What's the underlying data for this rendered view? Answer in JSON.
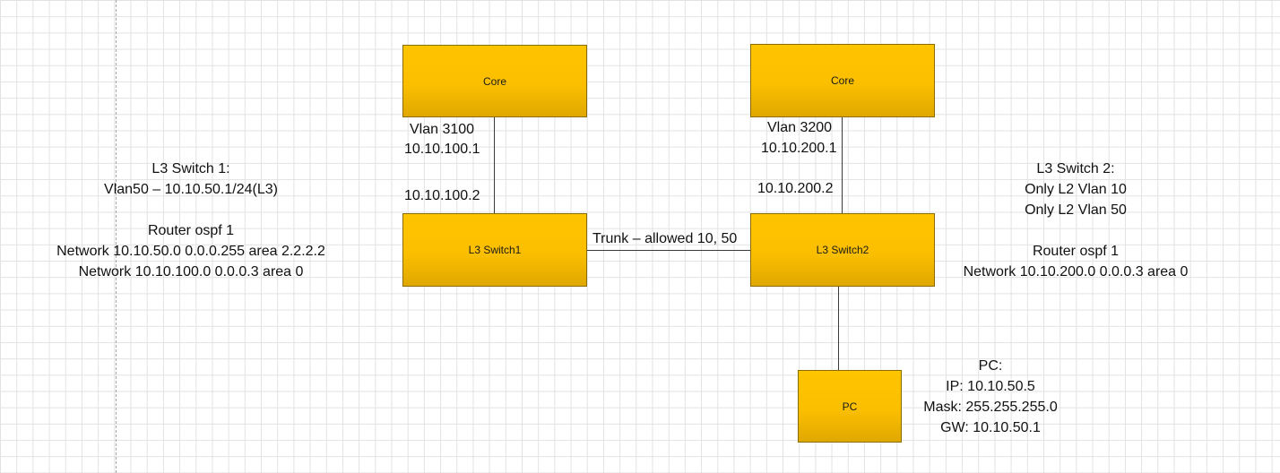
{
  "nodes": {
    "core1": "Core",
    "core2": "Core",
    "l3switch1": "L3 Switch1",
    "l3switch2": "L3 Switch2",
    "pc": "PC"
  },
  "labels": {
    "core1_vlan": "Vlan 3100",
    "core1_ip": "10.10.100.1",
    "switch1_ip": "10.10.100.2",
    "core2_vlan": "Vlan 3200",
    "core2_ip": "10.10.200.1",
    "switch2_ip": "10.10.200.2",
    "trunk": "Trunk – allowed 10, 50"
  },
  "switch1_notes": [
    "L3 Switch 1:",
    "Vlan50 – 10.10.50.1/24(L3)",
    "",
    "Router ospf 1",
    "Network 10.10.50.0 0.0.0.255 area 2.2.2.2",
    "Network 10.10.100.0 0.0.0.3 area 0"
  ],
  "switch2_notes": [
    "L3 Switch 2:",
    "Only L2 Vlan 10",
    "Only L2 Vlan 50",
    "",
    "Router ospf 1",
    "Network 10.10.200.0 0.0.0.3 area 0"
  ],
  "pc_notes": [
    "PC:",
    "IP: 10.10.50.5",
    "Mask: 255.255.255.0",
    "GW: 10.10.50.1"
  ],
  "colors": {
    "node_fill_top": "#ffc400",
    "node_fill_bottom": "#e0a800",
    "node_border": "#8a6d00",
    "grid": "#e2e2e2"
  }
}
